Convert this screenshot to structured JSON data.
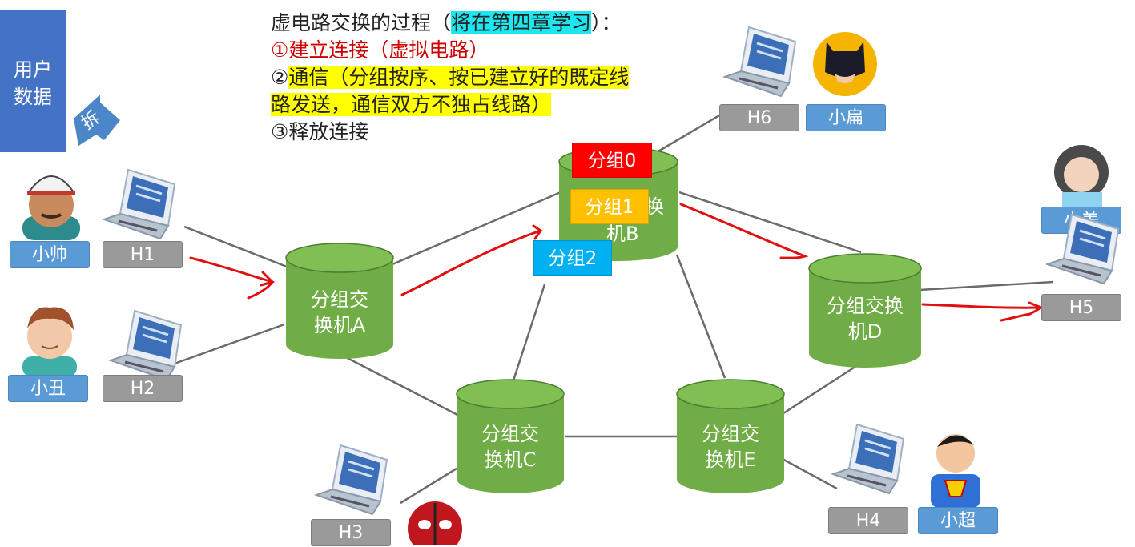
{
  "title": {
    "intro": "虚电路交换的过程（",
    "intro_highlight": "将在第四章学习",
    "intro_end": "）：",
    "step1": "①建立连接（虚拟电路）",
    "step2_prefix": "②",
    "step2_line1": "通信（分组按序、按已建立好的既定线",
    "step2_line2": "路发送，通信双方不独占线路）",
    "step3": "③释放连接"
  },
  "user_data": {
    "line1": "用户",
    "line2": "数据"
  },
  "split_arrow_label": "拆",
  "packets": {
    "p0": "分组0",
    "p1": "分组1",
    "p2": "分组2"
  },
  "switches": {
    "A": {
      "line1": "分组交",
      "line2": "换机A"
    },
    "B": {
      "visible_fragment_1": "换",
      "visible_fragment_2": "机B"
    },
    "C": {
      "line1": "分组交",
      "line2": "换机C"
    },
    "D": {
      "line1": "分组交换",
      "line2": "机D"
    },
    "E": {
      "line1": "分组交",
      "line2": "换机E"
    }
  },
  "hosts": {
    "H1": "H1",
    "H2": "H2",
    "H3": "H3",
    "H4": "H4",
    "H5": "H5",
    "H6": "H6"
  },
  "people": {
    "xiaoshuai": "小帅",
    "xiaochou": "小丑",
    "xiaobian": "小扁",
    "xiaomei_partial": "小美",
    "xiaochao": "小超"
  },
  "colors": {
    "switch_green": "#70ad47",
    "packet0_red": "#ff0000",
    "packet1_orange": "#ffc000",
    "packet2_blue": "#00b0f0",
    "arrow_red": "#e01010",
    "link_gray": "#6b6b6b"
  }
}
